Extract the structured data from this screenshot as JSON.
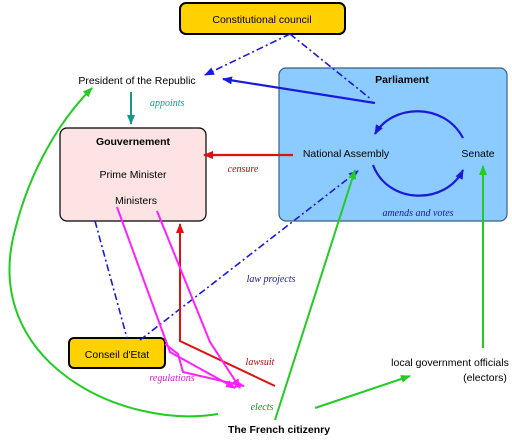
{
  "nodes": {
    "constitutional_council": "Constitutional council",
    "president": "President of the Republic",
    "parliament_title": "Parliament",
    "national_assembly": "National Assembly",
    "senate": "Senate",
    "government_title": "Gouvernement",
    "prime_minister": "Prime Minister",
    "ministers": "Ministers",
    "conseil_etat": "Conseil d'Etat",
    "citizenry": "The French citizenry",
    "local_officials_line1": "local government officials",
    "local_officials_line2": "(electors)"
  },
  "edge_labels": {
    "appoints": "appoints",
    "censure": "censure",
    "amends_votes": "amends and votes",
    "law_projects": "law projects",
    "lawsuit": "lawsuit",
    "regulations": "regulations",
    "elects": "elects"
  },
  "colors": {
    "council_fill": "#FFD100",
    "parliament_fill": "#8CCBFF",
    "government_fill": "#FDE3E3",
    "blue": "#1A1ADB",
    "green": "#22CC22",
    "red": "#E01010",
    "magenta": "#FF22FF",
    "teal": "#16998C"
  }
}
